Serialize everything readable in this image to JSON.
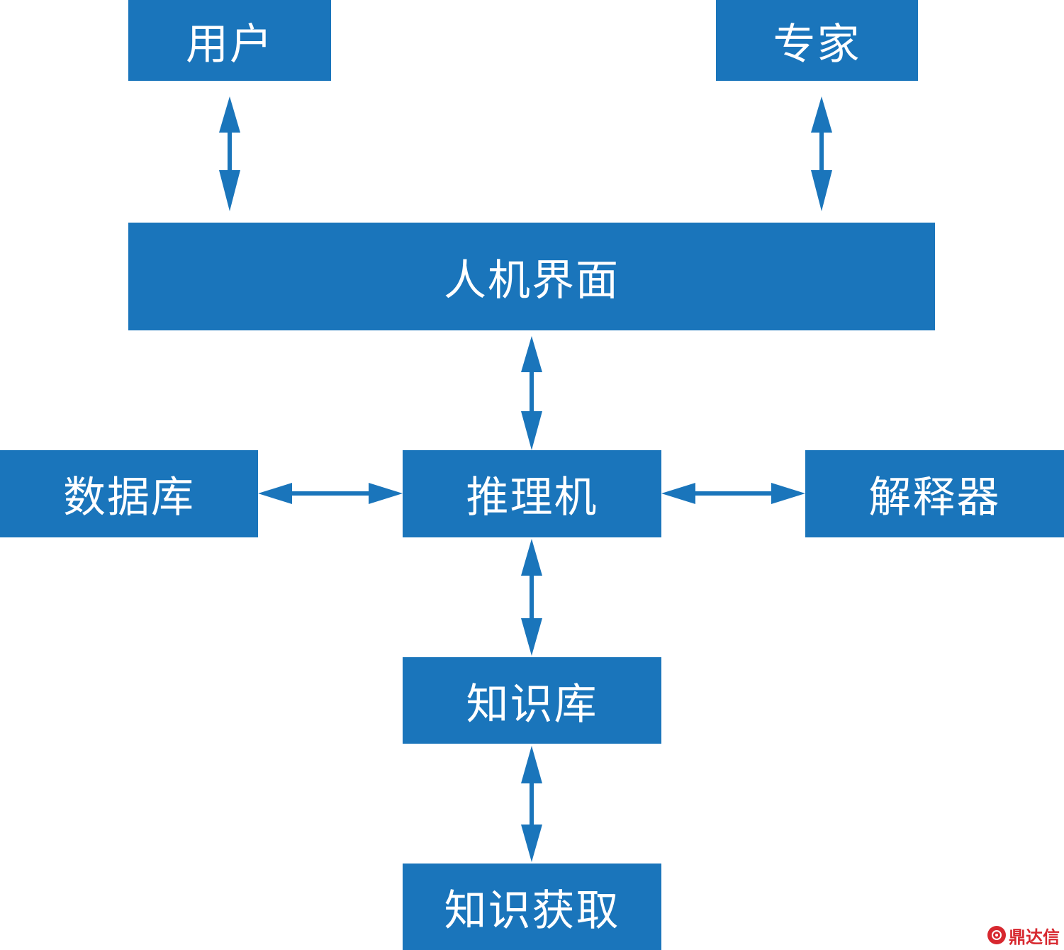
{
  "nodes": {
    "user": "用户",
    "expert": "专家",
    "hmi": "人机界面",
    "database": "数据库",
    "engine": "推理机",
    "explainer": "解释器",
    "knowledge_base": "知识库",
    "knowledge_acquisition": "知识获取"
  },
  "edges": [
    {
      "from": "user",
      "to": "hmi",
      "direction": "both"
    },
    {
      "from": "expert",
      "to": "hmi",
      "direction": "both"
    },
    {
      "from": "hmi",
      "to": "engine",
      "direction": "both"
    },
    {
      "from": "database",
      "to": "engine",
      "direction": "both"
    },
    {
      "from": "engine",
      "to": "explainer",
      "direction": "both"
    },
    {
      "from": "engine",
      "to": "knowledge_base",
      "direction": "both"
    },
    {
      "from": "knowledge_base",
      "to": "knowledge_acquisition",
      "direction": "both"
    }
  ],
  "colors": {
    "node_fill": "#1a75bb",
    "node_text": "#ffffff",
    "arrow": "#1a75bb",
    "watermark": "#d7282f"
  },
  "watermark": {
    "text": "鼎达信",
    "icon": "watermark-logo-icon"
  }
}
